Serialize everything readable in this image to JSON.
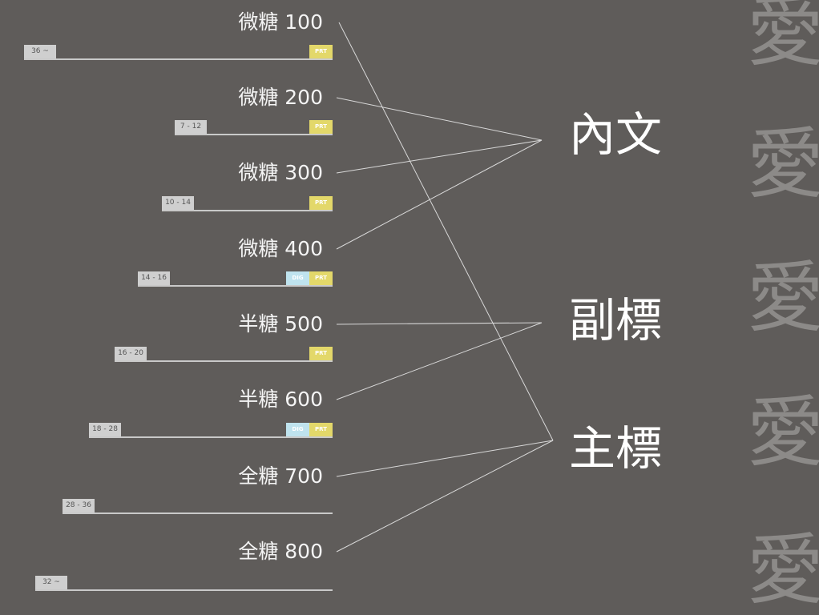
{
  "weights": [
    {
      "label": "微糖 100",
      "range": "36 ~",
      "tags": [
        "PRT"
      ],
      "target": 2
    },
    {
      "label": "微糖 200",
      "range": "7 - 12",
      "tags": [
        "PRT"
      ],
      "target": 0
    },
    {
      "label": "微糖 300",
      "range": "10 - 14",
      "tags": [
        "PRT"
      ],
      "target": 0
    },
    {
      "label": "微糖 400",
      "range": "14 - 16",
      "tags": [
        "DIG",
        "PRT"
      ],
      "target": 0
    },
    {
      "label": "半糖 500",
      "range": "16 - 20",
      "tags": [
        "PRT"
      ],
      "target": 1
    },
    {
      "label": "半糖 600",
      "range": "18 - 28",
      "tags": [
        "DIG",
        "PRT"
      ],
      "target": 1
    },
    {
      "label": "全糖 700",
      "range": "28 - 36",
      "tags": [],
      "target": 2
    },
    {
      "label": "全糖 800",
      "range": "32 ~",
      "tags": [],
      "target": 2
    }
  ],
  "categories": [
    "內文",
    "副標",
    "主標"
  ],
  "watermark": "愛"
}
